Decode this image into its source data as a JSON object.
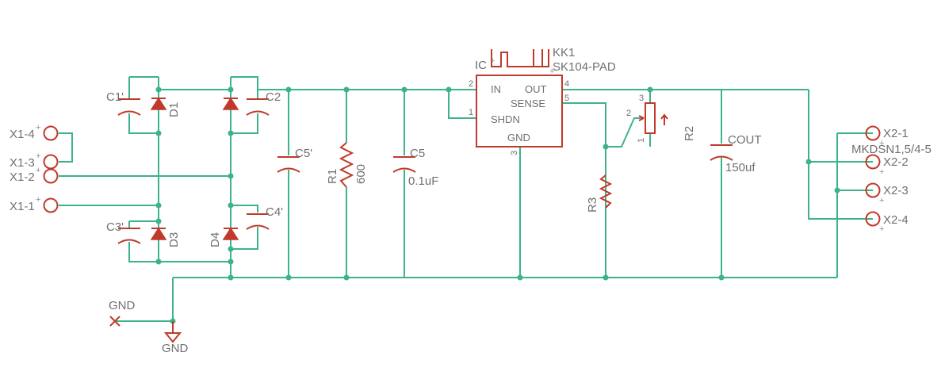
{
  "labels": {
    "X1_4": "X1-4",
    "X1_3": "X1-3",
    "X1_2": "X1-2",
    "X1_1": "X1-1",
    "C1p": "C1'",
    "D1": "D1",
    "C2": "C2",
    "C3p": "C3'",
    "D3": "D3",
    "D4": "D4",
    "C4p": "C4'",
    "C5p": "C5'",
    "R1": "R1",
    "R1_val": "600",
    "C5": "C5",
    "C5_val": "0.1uF",
    "IC": "IC",
    "KK1": "KK1",
    "KK1_val": "SK104-PAD",
    "pin_IN": "IN",
    "pin_OUT": "OUT",
    "pin_SENSE": "SENSE",
    "pin_SHDN": "SHDN",
    "pin_GND": "GND",
    "pn_2": "2",
    "pn_1": "1",
    "pn_4": "4",
    "pn_5": "5",
    "pn_3": "3",
    "R2": "R2",
    "r2_p3": "3",
    "r2_p2": "2",
    "r2_p1": "1",
    "R3": "R3",
    "COUT": "COUT",
    "COUT_val": "150uf",
    "X2_1": "X2-1",
    "X2_2": "X2-2",
    "X2_3": "X2-3",
    "X2_4": "X2-4",
    "MKDS": "MKDSN1,5/4-5",
    "GND_top": "GND",
    "GND_bottom": "GND"
  },
  "colors": {
    "wire": "#3cb38a",
    "part": "#c0392b",
    "label": "#707070"
  }
}
